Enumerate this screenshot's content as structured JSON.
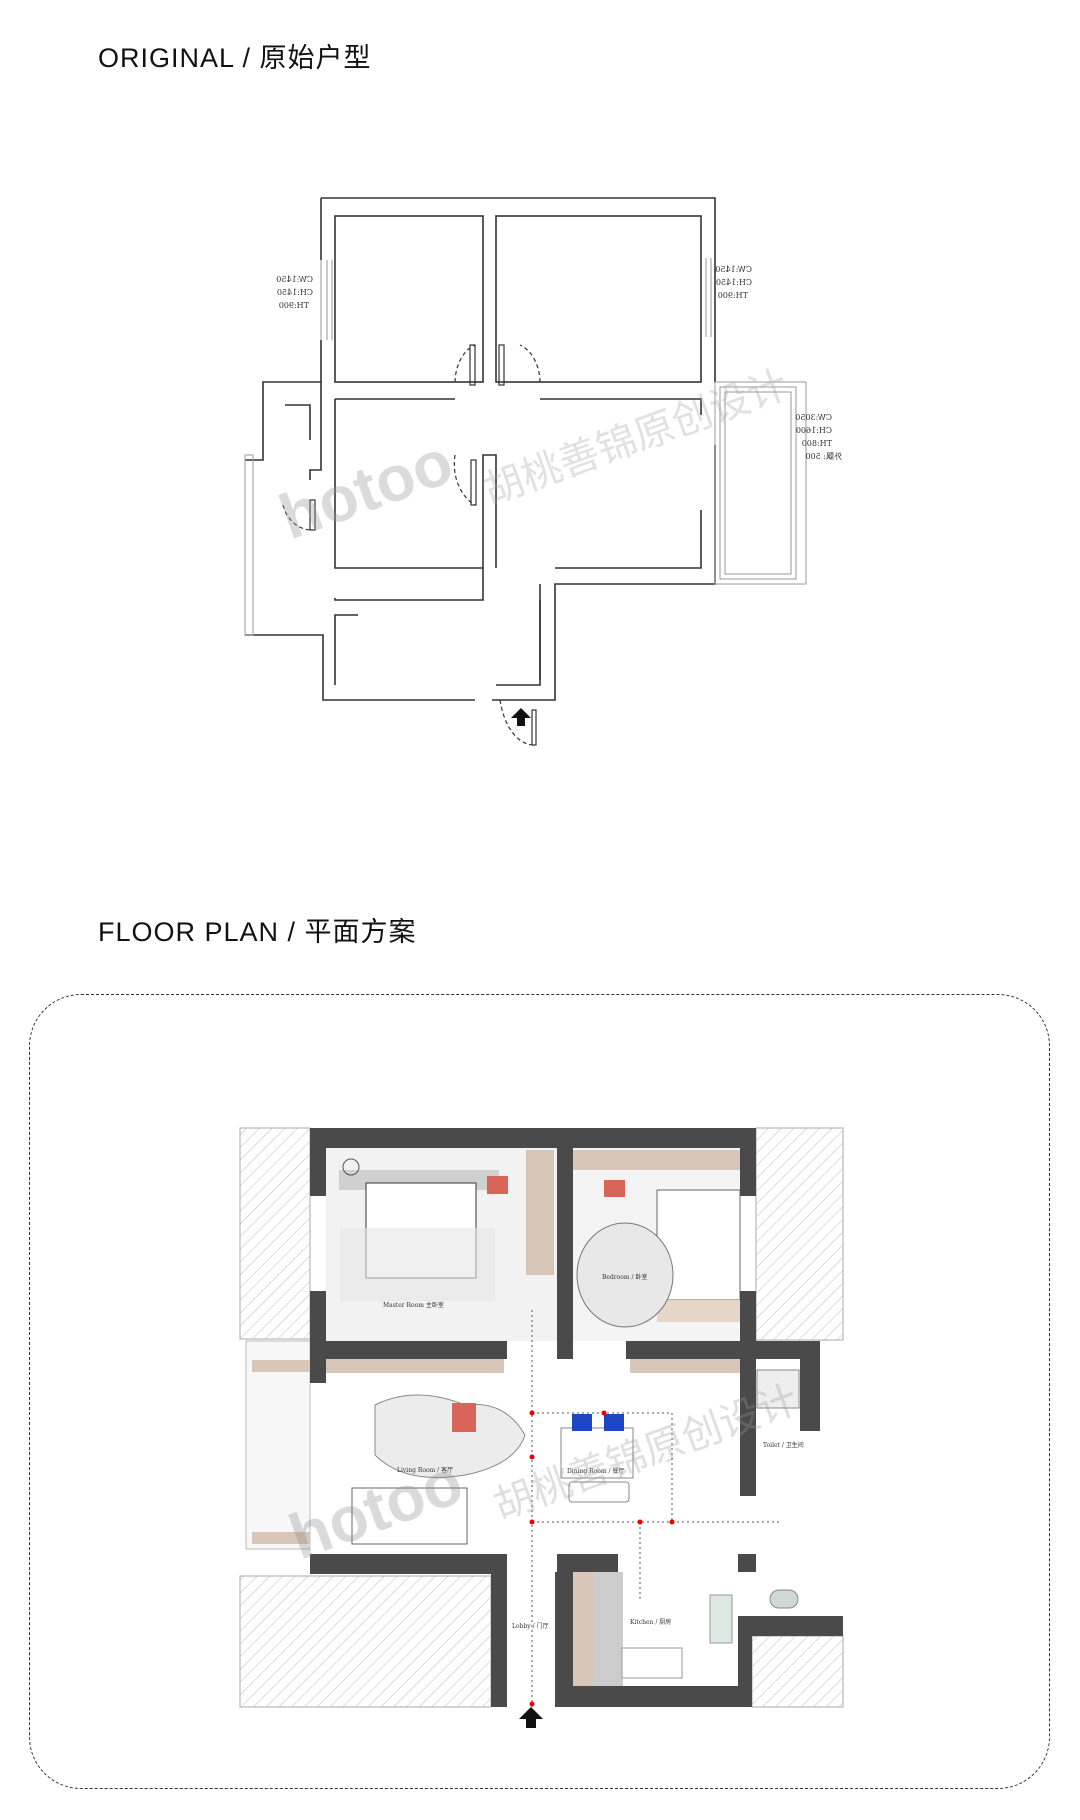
{
  "sections": {
    "original": {
      "title": "ORIGINAL / 原始户型"
    },
    "floor_plan": {
      "title": "FLOOR PLAN / 平面方案"
    }
  },
  "original_plan": {
    "window_left": [
      "CW:1450",
      "CH:1450",
      "TH:900"
    ],
    "window_right": [
      "CW:1450",
      "CH:1450",
      "TH:900"
    ],
    "balcony_window": [
      "CW:3050",
      "CH:1600",
      "TH:800",
      "外飘: 500"
    ],
    "entry_arrow": "arrow-up-icon"
  },
  "floor_plan": {
    "rooms": {
      "master": "Master Room 主卧室",
      "bedroom": "Bedroom / 卧室",
      "living": "Living Room / 客厅",
      "dining": "Dining Room / 餐厅",
      "kitchen": "Kitchen / 厨房",
      "lobby": "Lobby / 门厅",
      "toilet": "Toilet / 卫生间"
    },
    "colors": {
      "wall": "#4a4a4a",
      "accent_red": "#d9645a",
      "accent_blue": "#1f47c4",
      "wood": "#d8c6b8"
    },
    "entry_arrow": "arrow-up-icon"
  },
  "watermark": {
    "logo": "hotoo",
    "text": "胡桃善锦原创设计"
  }
}
